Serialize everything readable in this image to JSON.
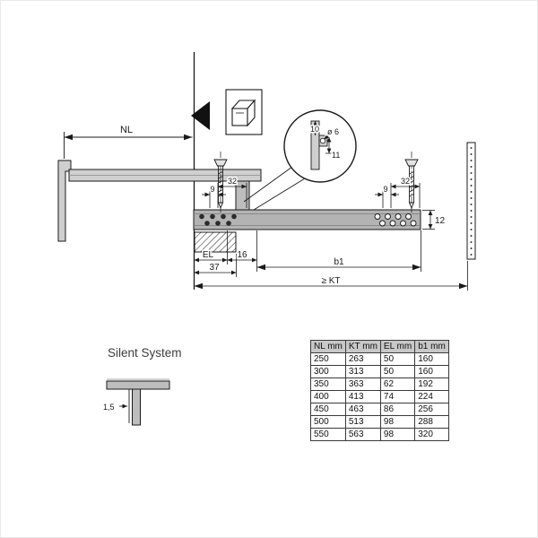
{
  "silent_system": {
    "label": "Silent System",
    "d15": "1,5"
  },
  "drawing": {
    "nl": "NL",
    "kt": "≥ KT",
    "b1": "b1",
    "el": "EL",
    "d16": "16",
    "d37": "37",
    "d12": "12",
    "d9_left": "9",
    "d32_left": "32",
    "d9_right": "9",
    "d32_right": "32",
    "detail": {
      "d10": "10",
      "dia6": "ø 6",
      "d11": "11"
    }
  },
  "colors": {
    "line": "#1a1a1a",
    "rail_light": "#cfcfcf",
    "rail_dark": "#b3b3b3",
    "table_header": "#c8c8c8"
  },
  "table": {
    "headers": [
      "NL mm",
      "KT mm",
      "EL mm",
      "b1 mm"
    ],
    "rows": [
      [
        "250",
        "263",
        "50",
        "160"
      ],
      [
        "300",
        "313",
        "50",
        "160"
      ],
      [
        "350",
        "363",
        "62",
        "192"
      ],
      [
        "400",
        "413",
        "74",
        "224"
      ],
      [
        "450",
        "463",
        "86",
        "256"
      ],
      [
        "500",
        "513",
        "98",
        "288"
      ],
      [
        "550",
        "563",
        "98",
        "320"
      ]
    ]
  }
}
